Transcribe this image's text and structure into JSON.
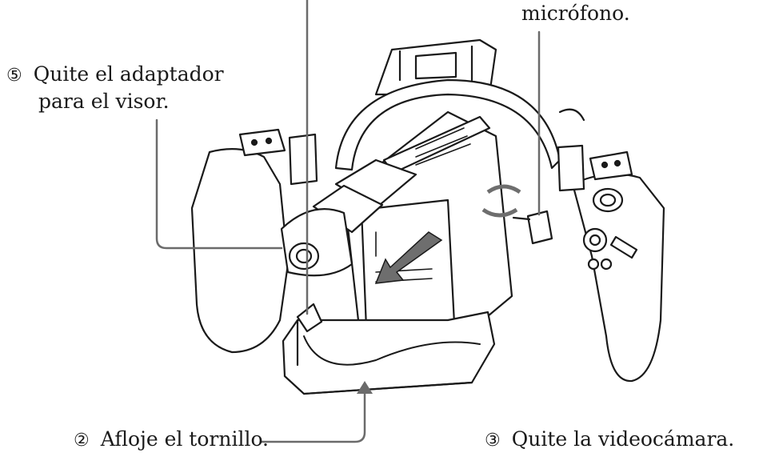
{
  "labels": {
    "microphone": "micrófono.",
    "step5_number": "⑤",
    "step5_line1": "Quite el adaptador",
    "step5_line2": "para el visor.",
    "step2_number": "②",
    "step2_text": "Afloje el tornillo.",
    "step3_number": "③",
    "step3_text": "Quite la videocámara."
  },
  "colors": {
    "line": "#1a1a1a",
    "callout": "#6b6b6b",
    "arrow_fill": "#6e6e6e"
  }
}
